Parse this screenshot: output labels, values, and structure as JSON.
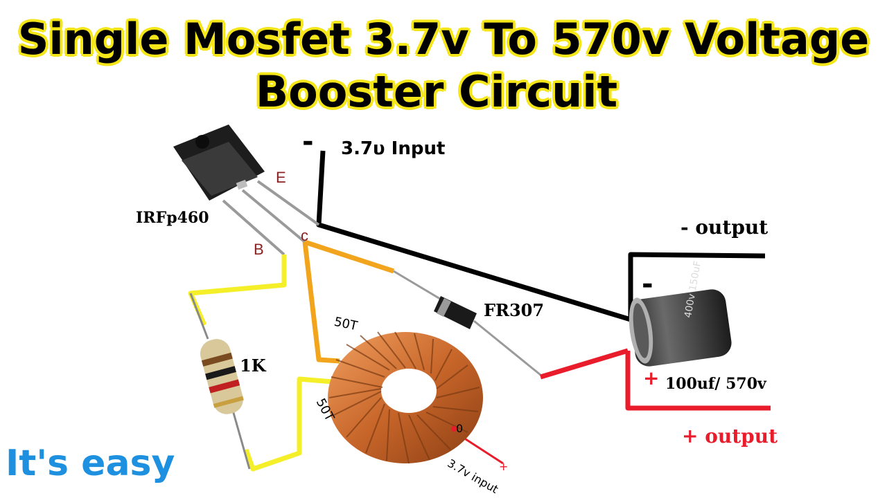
{
  "title": {
    "line1": "Single Mosfet 3.7v To 570v Voltage",
    "line2": "Booster Circuit"
  },
  "components": {
    "mosfet": "IRFp460",
    "pin_e": "E",
    "pin_c": "c",
    "pin_b": "B",
    "resistor": "1K",
    "diode": "FR307",
    "capacitor": "100uf/ 570v",
    "capacitor_print": "400v 150uF",
    "coil_top_turns": "50T",
    "coil_bottom_turns": "50T",
    "coil_zero": "0"
  },
  "labels": {
    "input_top": "3.7υ Input",
    "input_bottom": "3.7v input",
    "minus_output": "- output",
    "plus_output": "+ output",
    "minus_sign": "-",
    "plus_sign": "+",
    "footer": "It's easy"
  },
  "colors": {
    "title_outline": "#f5e61a",
    "wire_black": "#000000",
    "wire_yellow": "#f5ef2a",
    "wire_orange": "#f2a51c",
    "wire_red": "#e81c2a",
    "copper": "#d9782e",
    "footer_blue": "#1e90e0"
  }
}
